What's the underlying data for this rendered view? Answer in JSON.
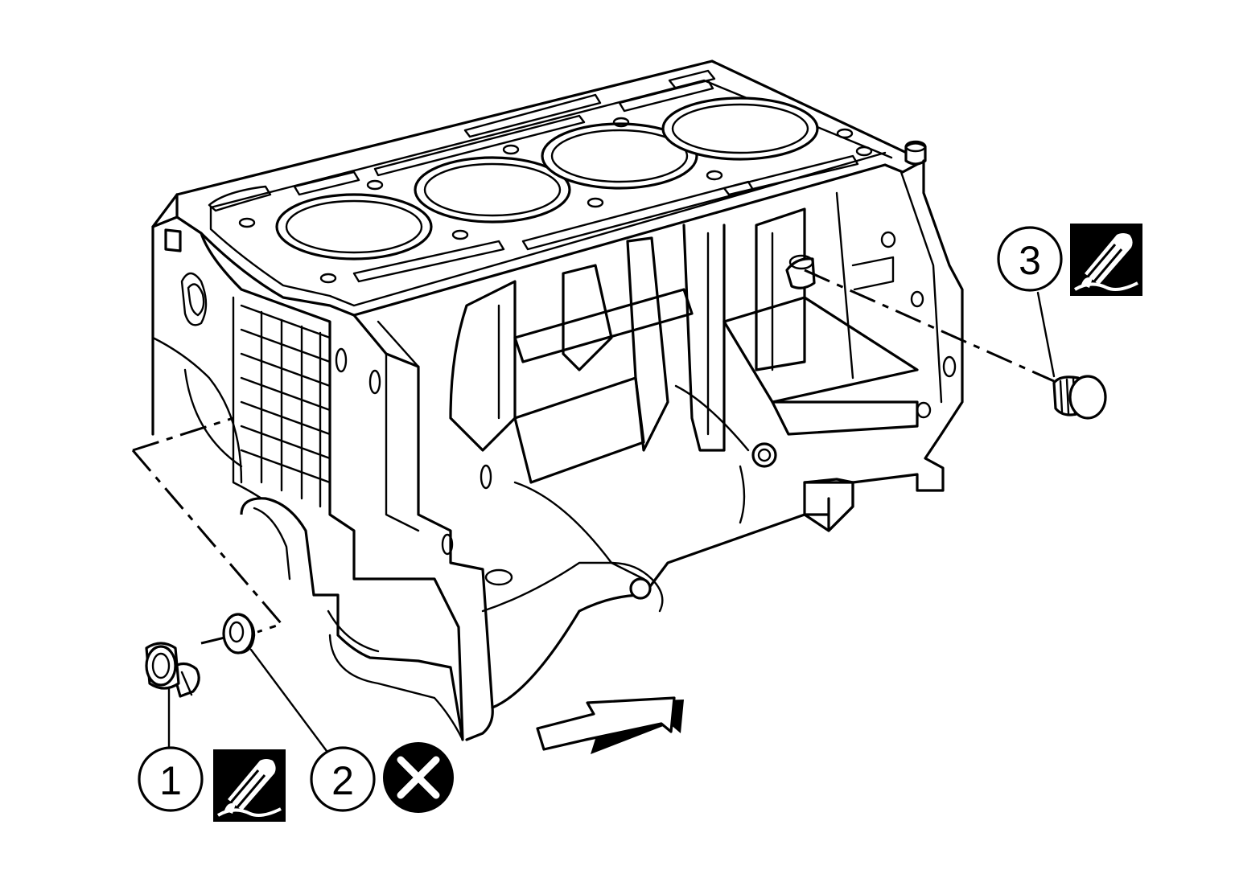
{
  "callouts": [
    {
      "label": "1",
      "symbol": "sealant-icon"
    },
    {
      "label": "2",
      "symbol": "do-not-reuse-icon"
    },
    {
      "label": "3",
      "symbol": "sealant-icon"
    }
  ],
  "arrow": "front-direction-arrow-icon",
  "colors": {
    "line": "#000000",
    "background": "#ffffff"
  }
}
